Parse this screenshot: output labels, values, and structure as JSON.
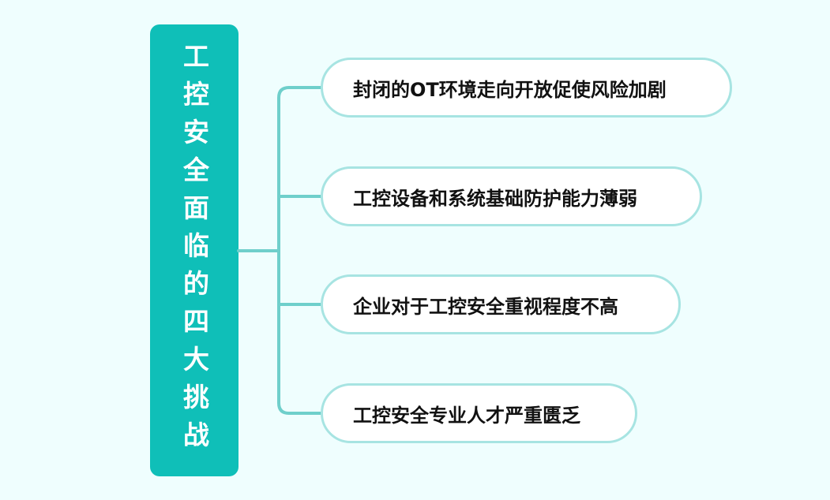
{
  "colors": {
    "background": "#effefe",
    "root_fill": "#0fbfb8",
    "connector": "#6fcfcb",
    "branch_border": "#a7e4e2",
    "branch_fill": "#ffffff",
    "branch_text": "#111111"
  },
  "root": {
    "title": "工控安全面临的四大挑战"
  },
  "branches": [
    {
      "label": "封闭的OT环境走向开放促使风险加剧"
    },
    {
      "label": "工控设备和系统基础防护能力薄弱"
    },
    {
      "label": "企业对于工控安全重视程度不高"
    },
    {
      "label": "工控安全专业人才严重匮乏"
    }
  ]
}
